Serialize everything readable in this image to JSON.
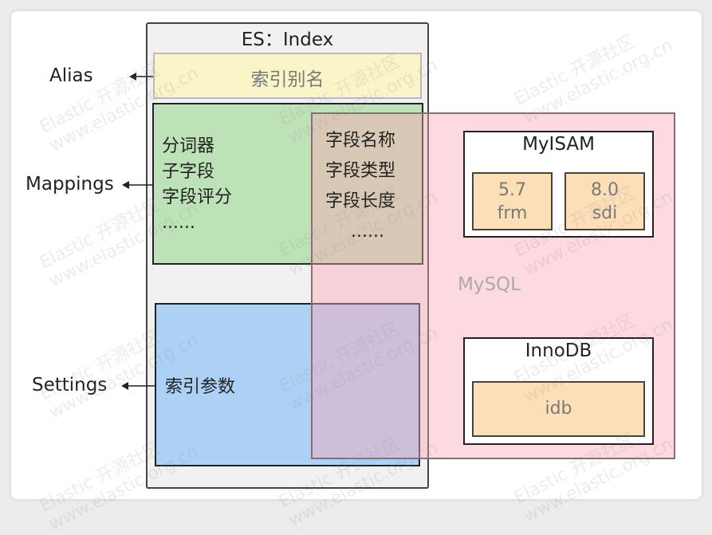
{
  "es": {
    "title": "ES：Index"
  },
  "alias": {
    "side_label": "Alias",
    "box_text": "索引别名"
  },
  "mappings": {
    "side_label": "Mappings",
    "items": [
      "分词器",
      "子字段",
      "字段评分",
      "......"
    ]
  },
  "fields": {
    "items": [
      "字段名称",
      "字段类型",
      "字段长度",
      "......"
    ]
  },
  "settings": {
    "side_label": "Settings",
    "box_text": "索引参数"
  },
  "mysql": {
    "label": "MySQL",
    "myisam": {
      "title": "MyISAM",
      "versions": [
        {
          "version": "5.7",
          "file": "frm"
        },
        {
          "version": "8.0",
          "file": "sdi"
        }
      ]
    },
    "innodb": {
      "title": "InnoDB",
      "file": "idb"
    }
  },
  "watermark": {
    "line1": "Elastic 开源社区",
    "line2": "www.elastic.org.cn"
  },
  "colors": {
    "alias_fill": "#faf5c8",
    "mappings_fill": "#bde2b7",
    "settings_fill": "#acd1f5",
    "mysql_fill": "#fba8b2",
    "file_fill": "#fcdfb7"
  }
}
